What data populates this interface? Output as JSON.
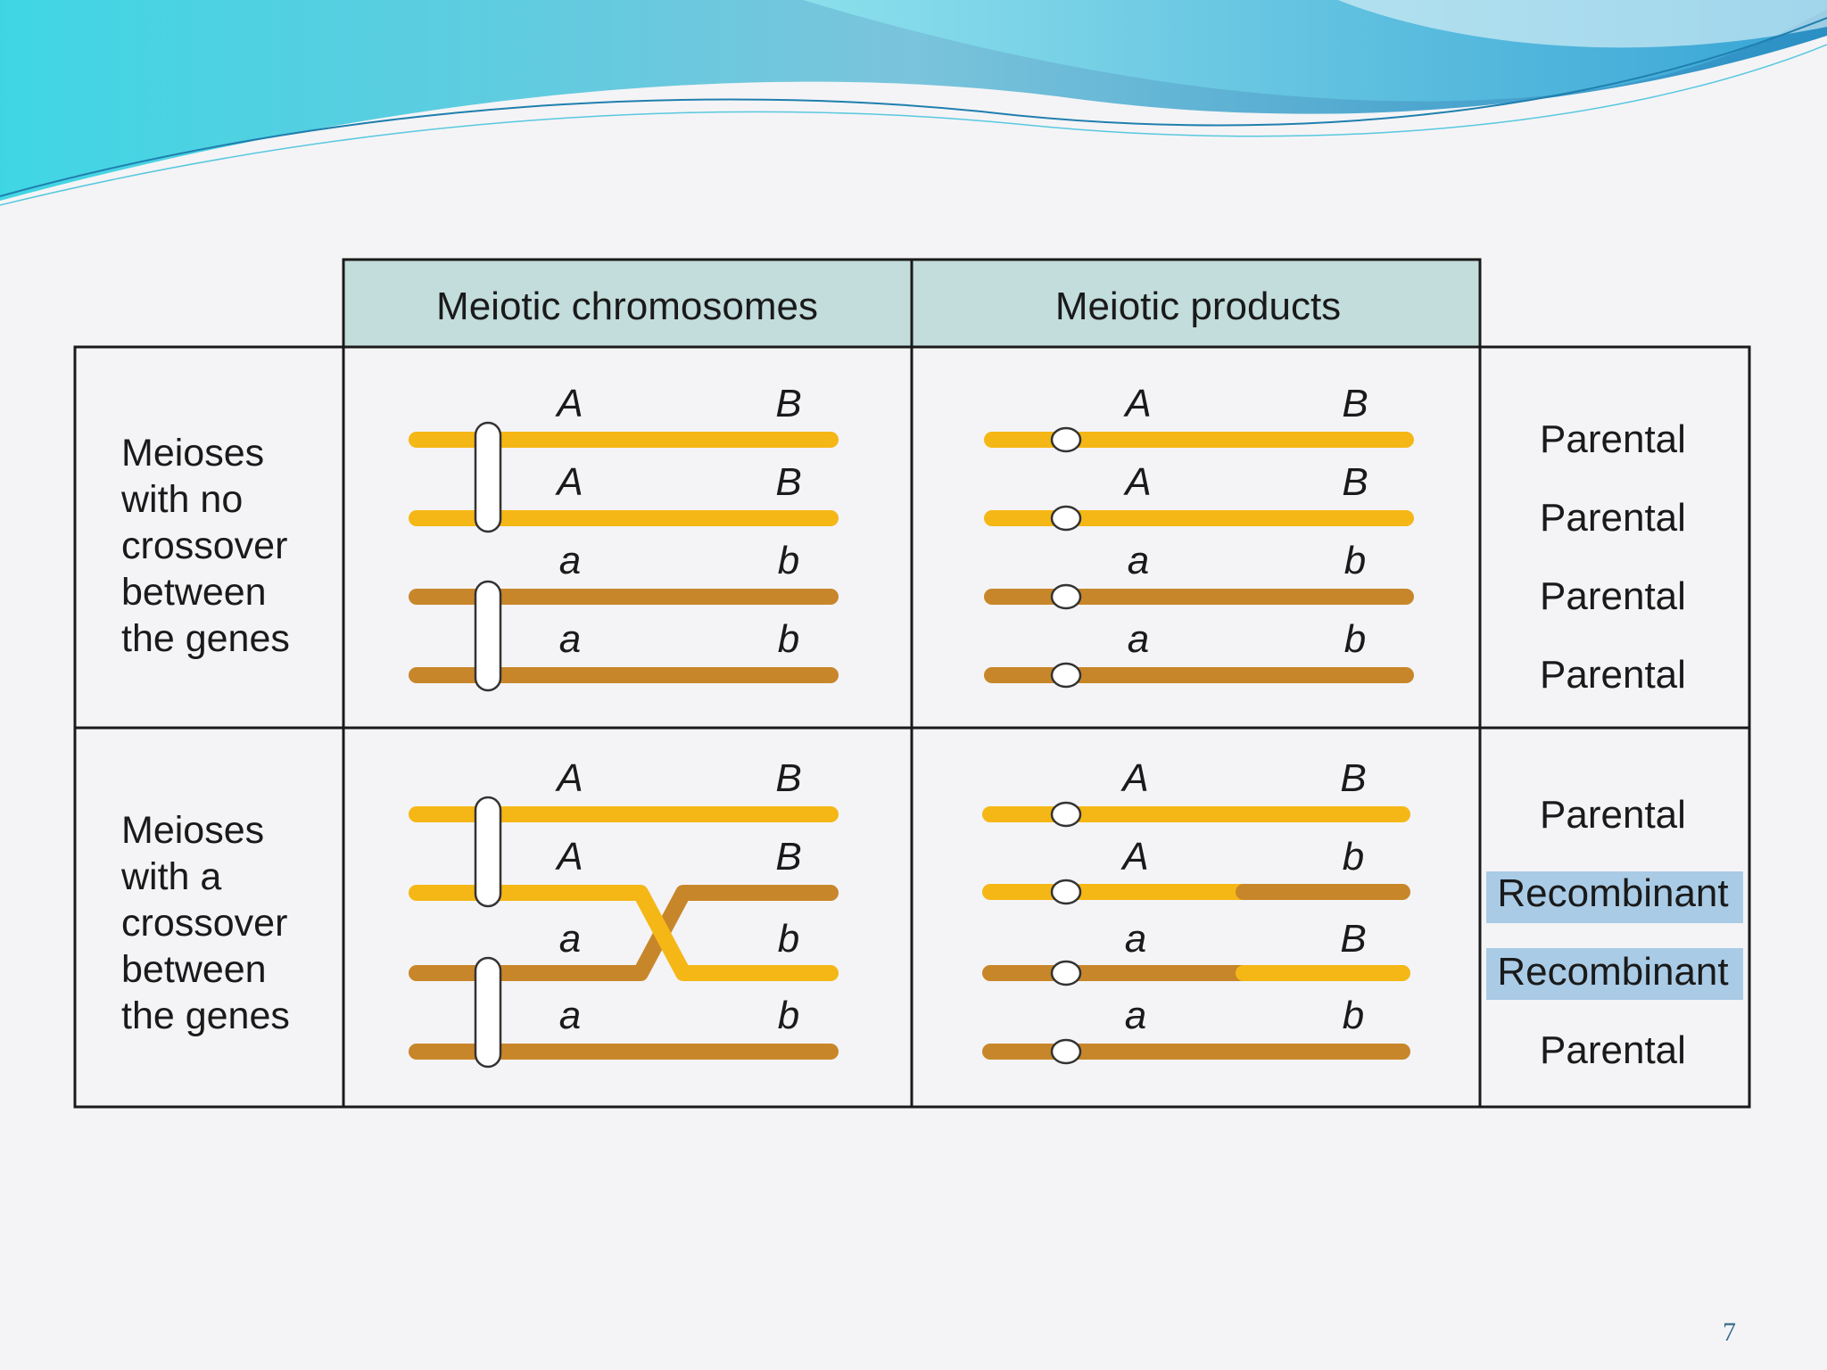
{
  "headers": {
    "meiotic_chromosomes": "Meiotic chromosomes",
    "meiotic_products": "Meiotic products"
  },
  "rows": {
    "no_crossover": {
      "label": [
        "Meioses",
        "with no",
        "crossover",
        "between",
        "the genes"
      ]
    },
    "crossover": {
      "label": [
        "Meioses",
        "with a",
        "crossover",
        "between",
        "the genes"
      ]
    }
  },
  "genes": {
    "A": "A",
    "B": "B",
    "a": "a",
    "b": "b"
  },
  "outcomes": {
    "no_crossover": [
      "Parental",
      "Parental",
      "Parental",
      "Parental"
    ],
    "crossover": [
      "Parental",
      "Recombinant",
      "Recombinant",
      "Parental"
    ]
  },
  "page_number": "7",
  "colors": {
    "dominant_chromosome": "#f5b716",
    "recessive_chromosome": "#c8862a",
    "header_fill": "#c3dcdc",
    "recombinant_highlight": "#a9cbe6",
    "wave_teal": "#5fd0e0",
    "wave_blue": "#2a8fc4"
  }
}
